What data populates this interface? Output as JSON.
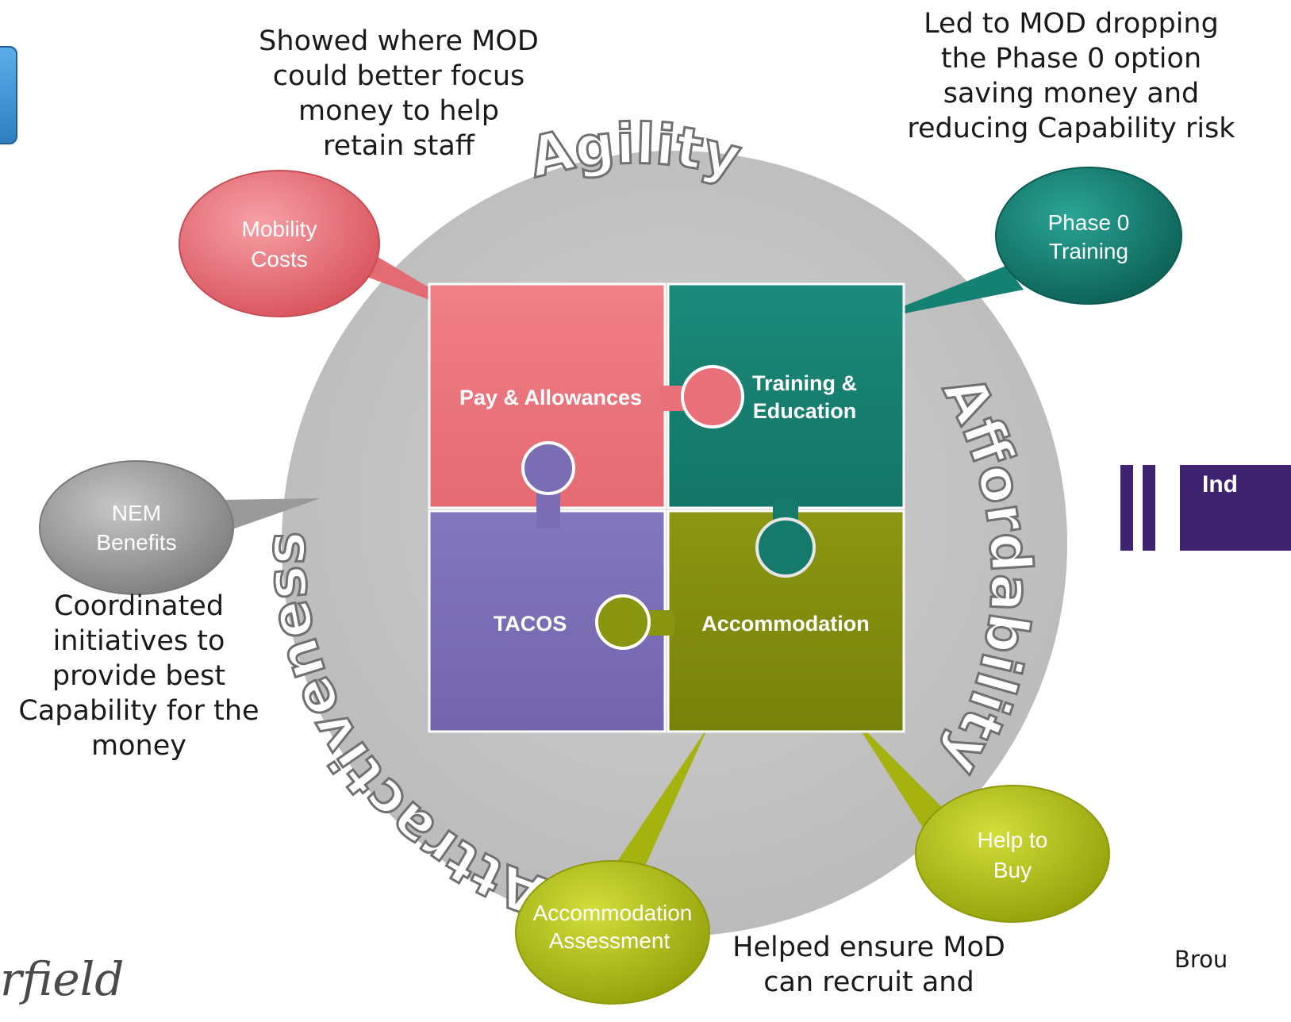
{
  "captions": {
    "top_left": "Showed where MOD\ncould better focus\nmoney to help\nretain staff",
    "top_right": "Led to MOD dropping\nthe Phase 0 option\nsaving money and\nreducing Capability risk",
    "left": "Coordinated\ninitiatives to\nprovide best\nCapability for the\nmoney",
    "bottom": "Helped ensure MoD\ncan recruit and",
    "bottom_right_fragment": "Brou"
  },
  "ring": {
    "top": "Agility",
    "right": "Affordability",
    "left": "Attractiveness"
  },
  "pieces": {
    "pay": "Pay & Allowances",
    "training_line1": "Training &",
    "training_line2": "Education",
    "tacos": "TACOS",
    "accommodation": "Accommodation"
  },
  "bubbles": {
    "mobility_1": "Mobility",
    "mobility_2": "Costs",
    "phase0_1": "Phase 0",
    "phase0_2": "Training",
    "nem_1": "NEM",
    "nem_2": "Benefits",
    "help_1": "Help to",
    "help_2": "Buy",
    "acc_1": "Accommodation",
    "acc_2": "Assessment"
  },
  "side_panel": {
    "label": "Ind"
  },
  "logo_fragment": "rfield",
  "colors": {
    "pay": "#ea6f78",
    "training": "#167f70",
    "tacos": "#7a6db4",
    "accommodation": "#7f8a0a",
    "ring": "#c3c3c3",
    "mobility": "#ee7c84",
    "phase0": "#138175",
    "nem": "#9d9d9d",
    "help": "#b3c012",
    "purple_band": "#3e2370"
  }
}
